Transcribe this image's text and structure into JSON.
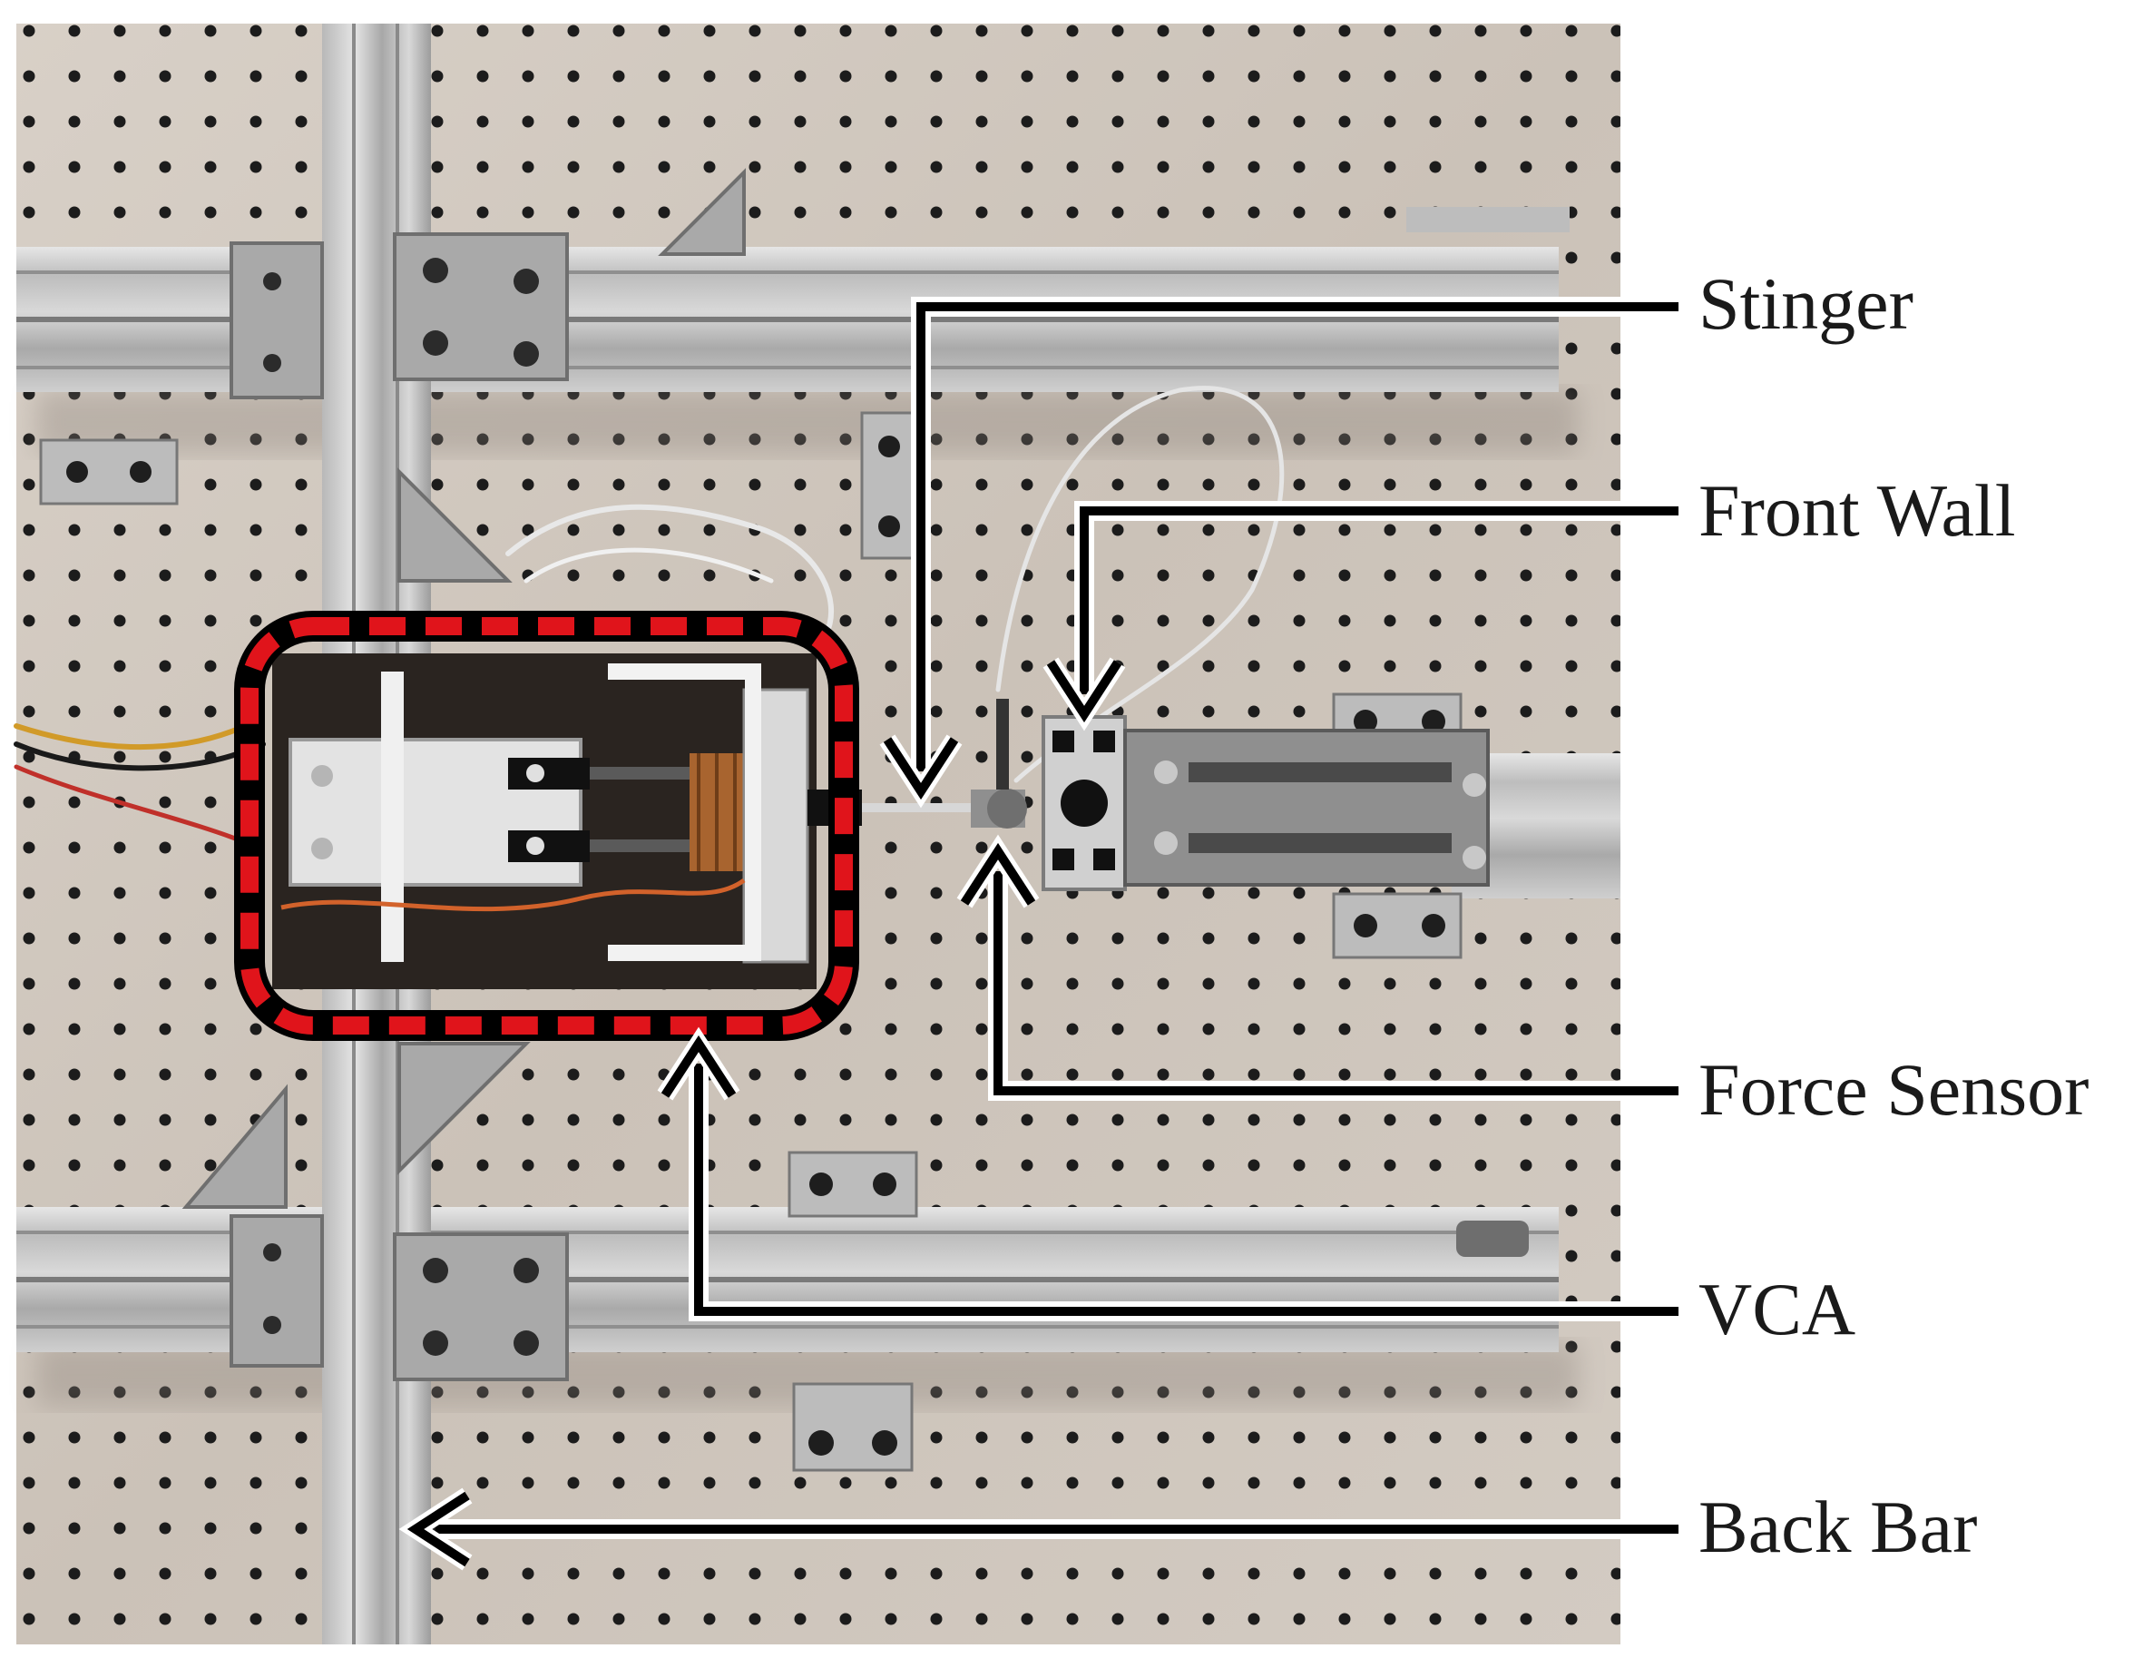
{
  "figure": {
    "labels": {
      "stinger": "Stinger",
      "front_wall": "Front Wall",
      "force_sensor": "Force Sensor",
      "vca": "VCA",
      "back_bar": "Back Bar"
    },
    "colors": {
      "highlight_box": "#e0141b",
      "callout_line": "#000000",
      "callout_outline": "#ffffff",
      "pegboard": "#cfc6bd",
      "pegboard_hole": "#1c1c1c",
      "aluminum": "#c9c9c9"
    }
  }
}
